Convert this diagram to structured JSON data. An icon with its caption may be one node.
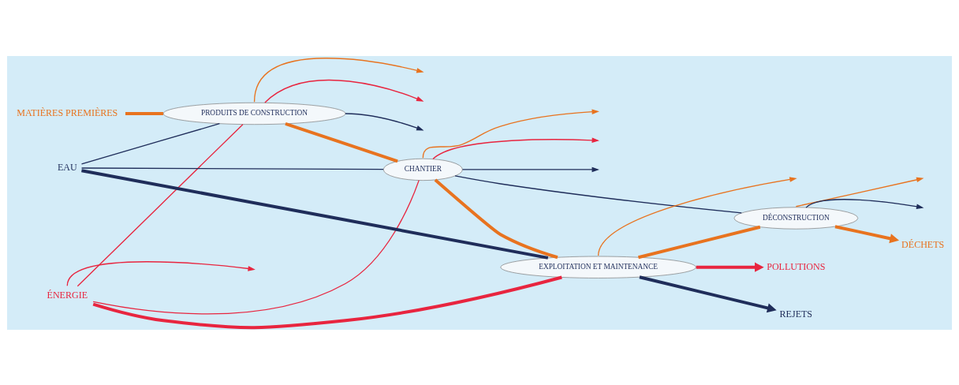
{
  "diagram": {
    "nodes": [
      {
        "text": [
          "PRODUITS DE CONSTRUCTION"
        ]
      },
      {
        "text": [
          "CHANTIER"
        ]
      },
      {
        "text": [
          "EXPLOITATION ET MAINTENANCE"
        ]
      },
      {
        "text": [
          "DÉCONSTRUCTION"
        ]
      },
      {
        "text": [
          "MATIÈRES PREMIÈRES"
        ]
      },
      {
        "text": [
          "DÉCHETS"
        ]
      },
      {
        "text": [
          "ÉNERGIE"
        ]
      },
      {
        "text": [
          "EAU"
        ]
      },
      {
        "text": [
          "POLLUTIONS"
        ]
      },
      {
        "text": [
          "REJETS"
        ]
      }
    ],
    "edges": [
      {
        "from": 4,
        "to": 0,
        "arrow": "none",
        "style": "thick",
        "color": "#e8731f"
      },
      {
        "from": 0,
        "to": 1,
        "arrow": "none",
        "style": "thick",
        "color": "#e8731f"
      },
      {
        "from": 1,
        "to": 2,
        "arrow": "none",
        "style": "thick",
        "color": "#e8731f"
      },
      {
        "from": 2,
        "to": 3,
        "arrow": "none",
        "style": "thick",
        "color": "#e8731f"
      },
      {
        "from": 3,
        "to": 5,
        "arrow": "to",
        "style": "thick",
        "color": "#e8731f"
      },
      {
        "from": 0,
        "to": null,
        "arrow": "to",
        "color": "#e8731f"
      },
      {
        "from": 1,
        "to": null,
        "arrow": "to",
        "color": "#e8731f"
      },
      {
        "from": 2,
        "to": null,
        "arrow": "to",
        "color": "#e8731f"
      },
      {
        "from": 3,
        "to": null,
        "arrow": "to",
        "color": "#e8731f"
      },
      {
        "from": 6,
        "to": 2,
        "arrow": "none",
        "style": "thick",
        "color": "#e8253f"
      },
      {
        "from": 2,
        "to": 8,
        "arrow": "to",
        "style": "thick",
        "color": "#e8253f"
      },
      {
        "from": 6,
        "to": 0,
        "arrow": "none",
        "color": "#e8253f"
      },
      {
        "from": 0,
        "to": null,
        "arrow": "to",
        "color": "#e8253f"
      },
      {
        "from": 6,
        "to": 1,
        "arrow": "none",
        "color": "#e8253f"
      },
      {
        "from": 1,
        "to": null,
        "arrow": "to",
        "color": "#e8253f"
      },
      {
        "from": 6,
        "to": null,
        "arrow": "to",
        "color": "#e8253f"
      },
      {
        "from": 7,
        "to": 2,
        "arrow": "none",
        "style": "thick",
        "color": "#1f2d5a"
      },
      {
        "from": 2,
        "to": 9,
        "arrow": "to",
        "style": "thick",
        "color": "#1f2d5a"
      },
      {
        "from": 7,
        "to": 0,
        "arrow": "none",
        "color": "#1f2d5a"
      },
      {
        "from": 0,
        "to": null,
        "arrow": "to",
        "color": "#1f2d5a"
      },
      {
        "from": 7,
        "to": 1,
        "arrow": "none",
        "color": "#1f2d5a"
      },
      {
        "from": 1,
        "to": null,
        "arrow": "to",
        "color": "#1f2d5a"
      },
      {
        "from": 1,
        "to": 3,
        "arrow": "none",
        "color": "#1f2d5a"
      },
      {
        "from": 3,
        "to": null,
        "arrow": "to",
        "color": "#1f2d5a"
      }
    ]
  }
}
